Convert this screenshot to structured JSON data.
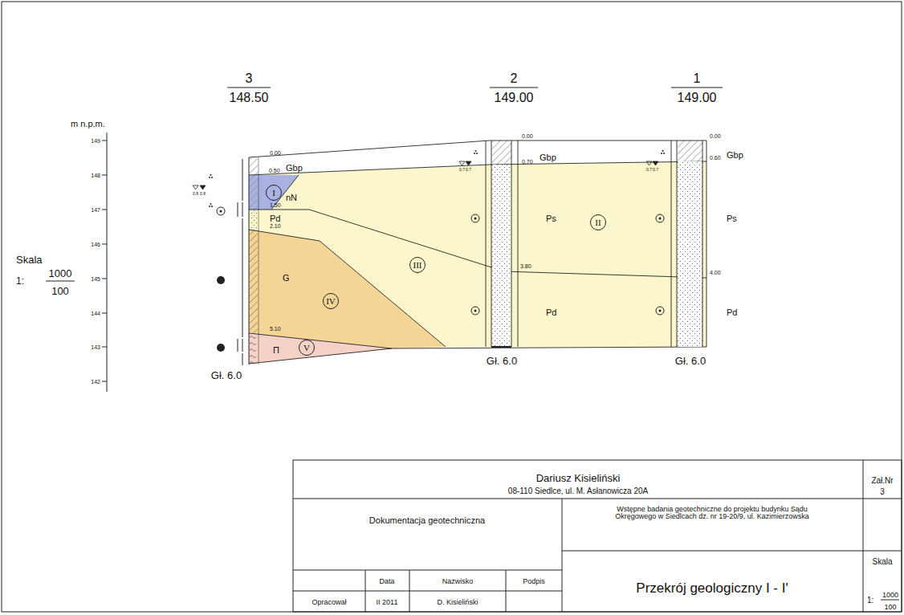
{
  "diagram": {
    "nodes": [
      {
        "text": [
          "I"
        ]
      },
      {
        "text": [
          "II"
        ]
      },
      {
        "text": [
          "III"
        ]
      },
      {
        "text": [
          "IV"
        ]
      },
      {
        "text": [
          "V"
        ]
      }
    ],
    "labels": [
      "3",
      "148.50",
      "2",
      "149.00",
      "1",
      "149.00",
      "m n.p.m.",
      "149",
      "148",
      "147",
      "146",
      "145",
      "144",
      "143",
      "142",
      "Skala",
      "1:",
      "1000",
      "100",
      "0.8",
      "0.8",
      "0.00",
      "0.50",
      "Gbp",
      "nN",
      "1.50",
      "Pd",
      "2.10",
      "G",
      "5.10",
      "Π",
      "Gł. 6.0",
      "0.7",
      "0.7",
      "0.00",
      "0.70",
      "Gbp",
      "Ps",
      "3.80",
      "Pd",
      "Gł. 6.0",
      "0.7",
      "0.7",
      "0.00",
      "0.60",
      "Gbp",
      "Ps",
      "4.00",
      "Pd",
      "Gł. 6.0",
      "Dariusz Kisieliński",
      "08-110 Siedlce, ul. M. Asłanowicza 20A",
      "Zał.Nr",
      "3",
      "Dokumentacja geotechniczna",
      "Wstępne badania geotechniczne do projektu budynku Sądu Okręgowego w Siedlcach dz. nr 19-20/9, ul. Kazimierzowska",
      "Przekrój geologiczny I - I'",
      "Skala",
      "1:",
      "1000",
      "100",
      "Data",
      "Nazwisko",
      "Podpis",
      "Opracował",
      "II 2011",
      "D. Kisieliński"
    ]
  }
}
